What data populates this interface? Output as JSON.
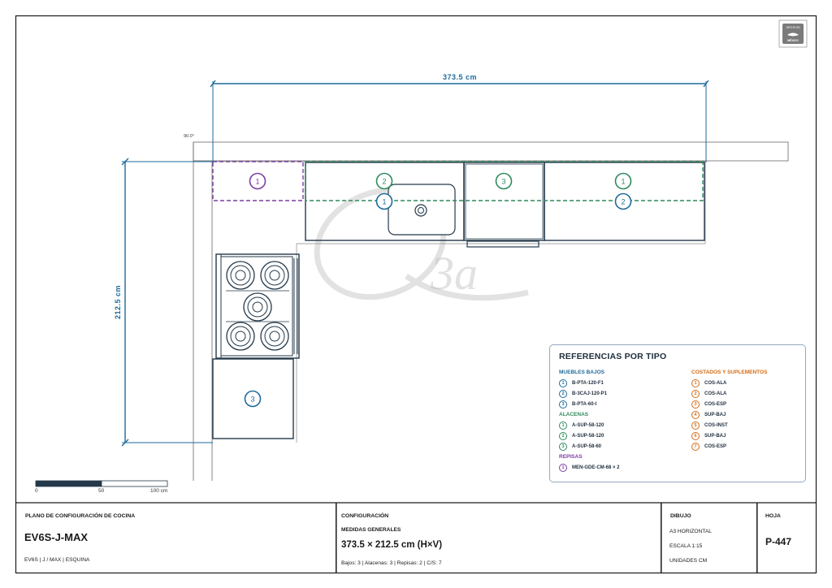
{
  "plan": {
    "dimension_width": "373.5 cm",
    "dimension_height": "212.5 cm",
    "angle": "90.0°",
    "logo_text": "3a"
  },
  "modules": {
    "repisa_1": "1",
    "bajo_2_top": "2",
    "bajo_1_sink": "1",
    "bajo_3": "3",
    "alacena_1": "1",
    "bajo_2_right": "2",
    "bajo_3_lower": "3"
  },
  "badge": {
    "line1": "HECHO EN",
    "line2": "MÉXICO"
  },
  "legend": {
    "title": "REFERENCIAS POR TIPO",
    "muebles_bajos": {
      "title": "MUEBLES BAJOS",
      "items": [
        {
          "n": "1",
          "label": "B-PTA-120-F1"
        },
        {
          "n": "2",
          "label": "B-3CAJ-120-P1"
        },
        {
          "n": "3",
          "label": "B-PTA-60-I"
        }
      ]
    },
    "alacenas": {
      "title": "ALACENAS",
      "items": [
        {
          "n": "1",
          "label": "A-SUP-58-120"
        },
        {
          "n": "2",
          "label": "A-SUP-58-120"
        },
        {
          "n": "3",
          "label": "A-SUP-58-60"
        }
      ]
    },
    "repisas": {
      "title": "REPISAS",
      "items": [
        {
          "n": "1",
          "label": "MEN-GDE-CM-68 × 2"
        }
      ]
    },
    "costados": {
      "title": "COSTADOS Y SUPLEMENTOS",
      "items": [
        {
          "n": "1",
          "label": "COS-ALA"
        },
        {
          "n": "2",
          "label": "COS-ALA"
        },
        {
          "n": "3",
          "label": "COS-ESP"
        },
        {
          "n": "4",
          "label": "SUP-BAJ"
        },
        {
          "n": "5",
          "label": "COS-INST"
        },
        {
          "n": "6",
          "label": "SUP-BAJ"
        },
        {
          "n": "7",
          "label": "COS-ESP"
        }
      ]
    }
  },
  "scale_bar": {
    "l0": "0",
    "l1": "50",
    "l2": "100 cm"
  },
  "title_block": {
    "plano_label": "PLANO DE CONFIGURACIÓN DE COCINA",
    "model": "EV6S-J-MAX",
    "model_sub": "EV6S | J / MAX | ESQUINA",
    "config_label": "CONFIGURACIÓN",
    "medidas_label": "MEDIDAS GENERALES",
    "medidas_value": "373.5 × 212.5 cm (H×V)",
    "counts": "Bajos: 3 | Alacenas: 3 | Repisas: 2 | C/S: 7",
    "dibujo_label": "DIBUJO",
    "dibujo_format": "A3 HORIZONTAL",
    "dibujo_scale": "ESCALA 1:15",
    "dibujo_units": "UNIDADES CM",
    "hoja_label": "HOJA",
    "hoja_value": "P-447"
  },
  "colors": {
    "bajos": "#1e6a9a",
    "alacenas": "#2f8a5e",
    "repisas": "#7b3ea0",
    "costados": "#d46c18",
    "cabinet_stroke": "#24394a"
  }
}
